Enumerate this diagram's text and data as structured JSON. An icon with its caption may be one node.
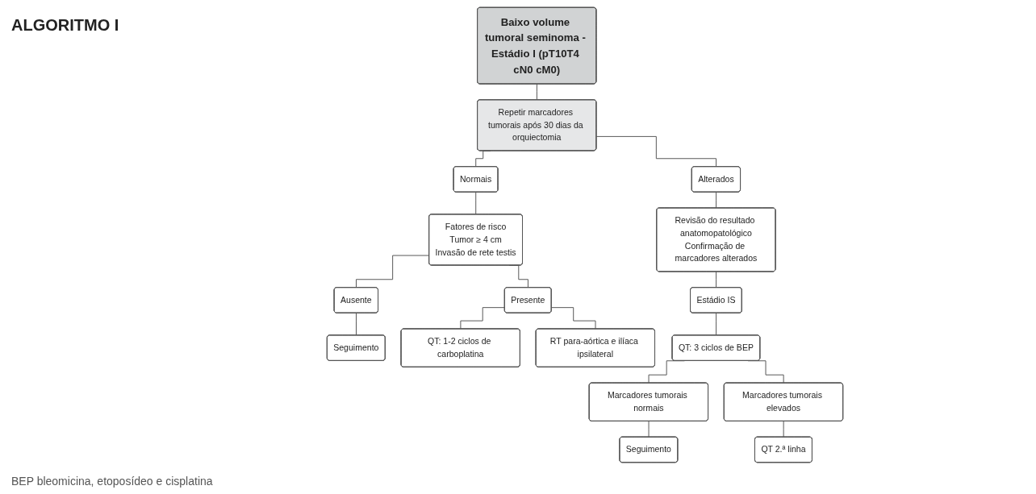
{
  "diagram": {
    "title": "ALGORITMO I",
    "nodes": [
      {
        "text": [
          "Baixo volume tumoral seminoma - Estádio I (pT10T4 cN0 cM0)"
        ]
      },
      {
        "text": [
          "Repetir marcadores tumorais após 30 dias da orquiectomia"
        ]
      },
      {
        "text": [
          "Normais"
        ]
      },
      {
        "text": [
          "Alterados"
        ]
      },
      {
        "text": [
          "Fatores de risco",
          "Tumor ≥ 4 cm",
          "Invasão de rete testis"
        ]
      },
      {
        "text": [
          "Presente"
        ]
      },
      {
        "text": [
          "Ausente"
        ]
      },
      {
        "text": [
          "Seguimento"
        ]
      },
      {
        "text": [
          "QT: 1-2 ciclos de carboplatina"
        ]
      },
      {
        "text": [
          "RT para-aórtica e ilíaca ipsilateral"
        ]
      },
      {
        "text": [
          "Revisão do resultado anatomopatológico",
          "Confirmação de marcadores alterados"
        ]
      },
      {
        "text": [
          "Estádio IS"
        ]
      },
      {
        "text": [
          "QT: 3 ciclos de BEP"
        ]
      },
      {
        "text": [
          "Marcadores tumorais normais"
        ]
      },
      {
        "text": [
          "Marcadores tumorais elevados"
        ]
      },
      {
        "text": [
          "Seguimento"
        ]
      },
      {
        "text": [
          "QT 2.ª linha"
        ]
      }
    ],
    "edges": [
      {
        "from": 0,
        "to": 1,
        "arrow": "none"
      },
      {
        "from": 1,
        "to": 2,
        "arrow": "none"
      },
      {
        "from": 1,
        "to": 3,
        "arrow": "none"
      },
      {
        "from": 2,
        "to": 4,
        "arrow": "none"
      },
      {
        "from": 4,
        "to": 5,
        "arrow": "none"
      },
      {
        "from": 4,
        "to": 6,
        "arrow": "none"
      },
      {
        "from": 6,
        "to": 7,
        "arrow": "none"
      },
      {
        "from": 5,
        "to": 8,
        "arrow": "none"
      },
      {
        "from": 5,
        "to": 9,
        "arrow": "none"
      },
      {
        "from": 3,
        "to": 10,
        "arrow": "none"
      },
      {
        "from": 10,
        "to": 11,
        "arrow": "none"
      },
      {
        "from": 11,
        "to": 12,
        "arrow": "none"
      },
      {
        "from": 12,
        "to": 13,
        "arrow": "none"
      },
      {
        "from": 12,
        "to": 14,
        "arrow": "none"
      },
      {
        "from": 13,
        "to": 15,
        "arrow": "none"
      },
      {
        "from": 14,
        "to": 16,
        "arrow": "none"
      }
    ],
    "labels": [
      "BEP bleomicina, etoposídeo e cisplatina"
    ]
  }
}
